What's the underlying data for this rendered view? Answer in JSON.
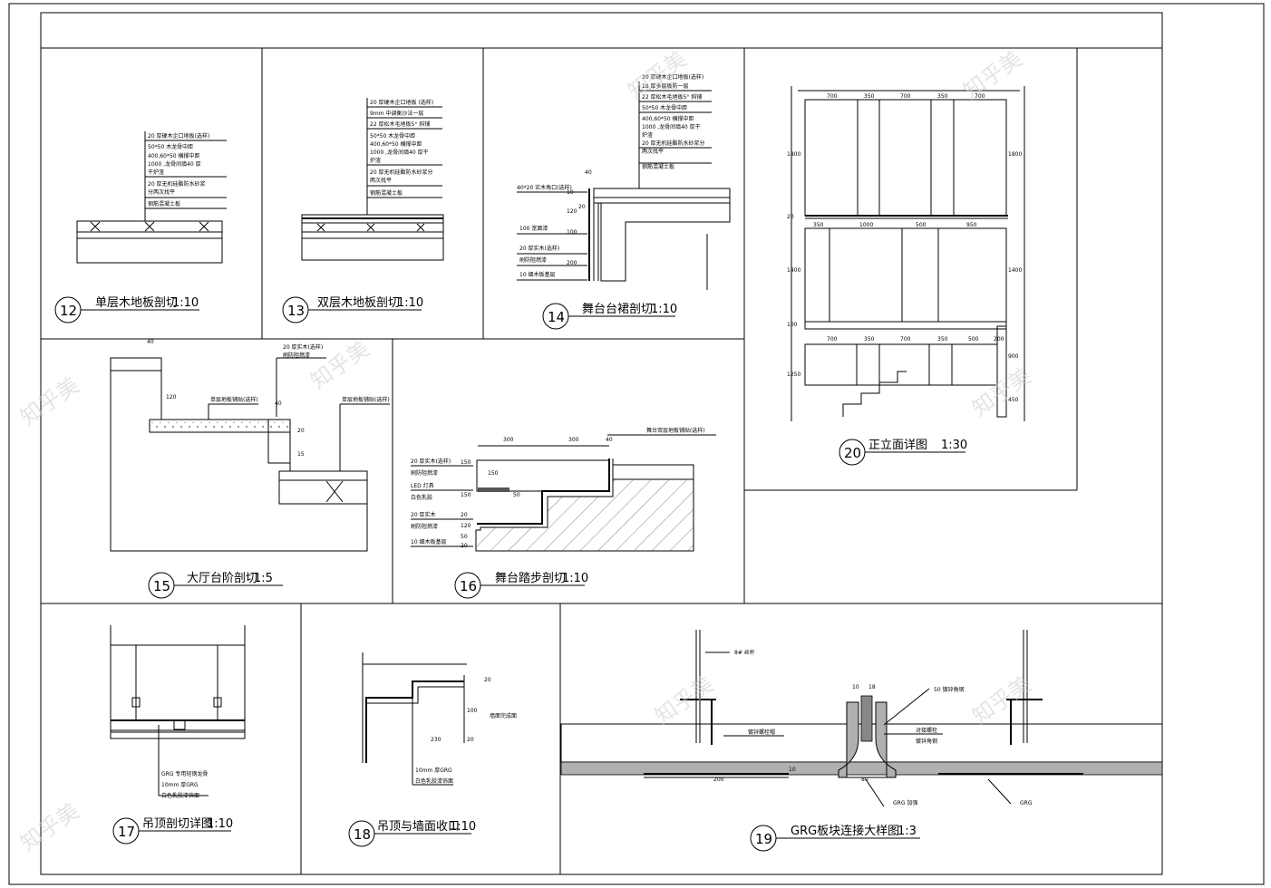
{
  "panels": {
    "p12": {
      "num": "12",
      "title": "单层木地板剖切",
      "scale": "1:10",
      "notes": [
        "20 厚硬木企口地板(选样)",
        "50*50 木龙骨中距",
        "400,60*50 横撑中距",
        "1000 ,龙骨间填40 厚",
        "干炉渣",
        "20 厚无机硅酯防水砂浆",
        "分两次找平",
        "钢筋混凝土板"
      ]
    },
    "p13": {
      "num": "13",
      "title": "双层木地板剖切",
      "scale": "1:10",
      "notes": [
        "20 厚硬木企口地板 (选样)",
        "9mm 中调衡沙法一层",
        "22 厚松木毛地板5° 斜铺",
        "50*50 木龙骨中距",
        "400,60*50 横撑中距",
        "1000 ,龙骨间填40 厚干",
        "炉渣",
        "20 厚无机硅酯防水砂浆分",
        "两次找平",
        "钢筋混凝土板"
      ]
    },
    "p14": {
      "num": "14",
      "title": "舞台台裙剖切",
      "scale": "1:10",
      "notes": [
        "20 厚硬木企口地板(选样)",
        "18 厚多层板防一层",
        "22 厚松木毛地板5° 斜铺",
        "50*50 木龙骨中距",
        "400,60*50 横撑中距",
        "1000 ,龙骨间填40 厚干",
        "炉渣",
        "20 厚无机硅酯防水砂浆分",
        "两次找平",
        "钢筋混凝土板"
      ],
      "side": [
        "40*20 实木角口(选样)",
        "100 宽面漆",
        "20 厚实木(选样)",
        "刷防阻燃漆",
        "10 细木板基层"
      ],
      "dims": [
        "40",
        "10",
        "20",
        "120",
        "100",
        "200"
      ]
    },
    "p15": {
      "num": "15",
      "title": "大厅台阶剖切",
      "scale": "1:5",
      "notes": [
        "20 厚实木(选样)",
        "刷防阻燃漆",
        "单层地板铺贴(选样)",
        "单层地板铺贴(选样)"
      ],
      "dims": [
        "40",
        "120",
        "40",
        "15",
        "20"
      ]
    },
    "p16": {
      "num": "16",
      "title": "舞台踏步剖切",
      "scale": "1:10",
      "notes": [
        "舞台双层地板铺贴(选样)",
        "20 厚实木(选样)",
        "刷防阻燃漆",
        "LED 灯具",
        "白色乳胶",
        "20 厚实木",
        "刷防阻燃漆",
        "10 细木板基层"
      ],
      "dims": [
        "300",
        "300",
        "40",
        "150",
        "50",
        "150",
        "150",
        "20",
        "120",
        "50",
        "20"
      ]
    },
    "p17": {
      "num": "17",
      "title": "吊顶剖切详图",
      "scale": "1:10",
      "notes": [
        "GRG 专用轻钢龙骨",
        "10mm 厚GRG",
        "白色乳胶漆饰面"
      ]
    },
    "p18": {
      "num": "18",
      "title": "吊顶与墙面收口",
      "scale": "1:10",
      "notes": [
        "墙面完成面",
        "10mm 厚GRG",
        "白色乳胶漆饰面"
      ],
      "dims": [
        "20",
        "100",
        "20",
        "230"
      ]
    },
    "p19": {
      "num": "19",
      "title": "GRG板块连接大样图",
      "scale": "1:3",
      "notes": [
        "8# 丝杆",
        "50 镀锌角钢",
        "镀锌螺栓帽",
        "对接螺栓",
        "镀锌角钢",
        "GRG 加强",
        "GRG"
      ],
      "dims": [
        "10",
        "18",
        "10",
        "200",
        "80"
      ]
    },
    "p20": {
      "num": "20",
      "title": "正立面详图",
      "scale": "1:30",
      "row1": [
        "700",
        "350",
        "700",
        "350",
        "700"
      ],
      "row2": [
        "350",
        "1000",
        "500",
        "950"
      ],
      "row3": [
        "700",
        "350",
        "700",
        "350",
        "500",
        "200"
      ],
      "vdims_left": [
        "1800",
        "20",
        "1400",
        "100",
        "1250"
      ],
      "vdims_right": [
        "1800",
        "1400",
        "900",
        "450"
      ]
    }
  },
  "watermark": "知乎美"
}
